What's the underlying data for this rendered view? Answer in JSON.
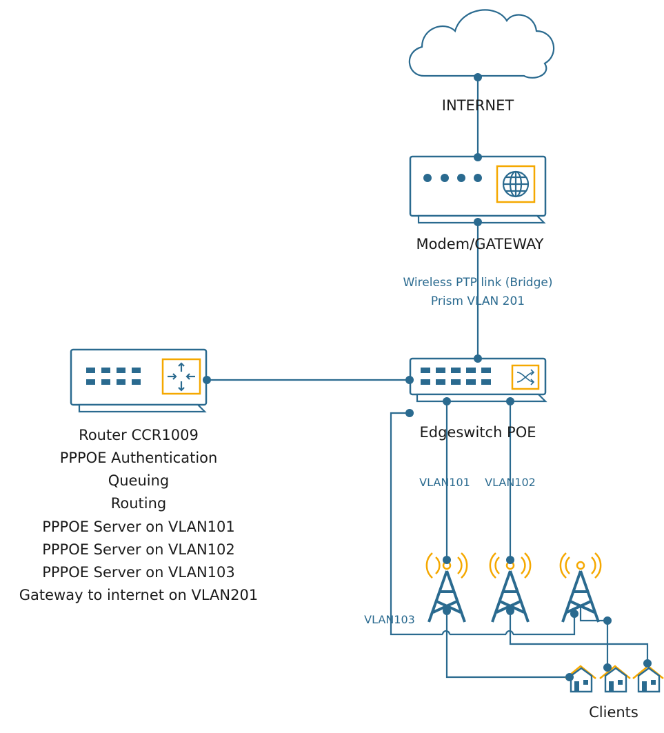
{
  "nodes": {
    "internet": {
      "label": "INTERNET"
    },
    "modem": {
      "label": "Modem/GATEWAY"
    },
    "link": {
      "line1": "Wireless PTP link (Bridge)",
      "line2": "Prism VLAN 201"
    },
    "switch": {
      "label": "Edgeswitch POE"
    },
    "router": {
      "lines": [
        "Router CCR1009",
        "PPPOE Authentication",
        "Queuing",
        "Routing",
        "PPPOE Server on VLAN101",
        "PPPOE Server on VLAN102",
        "PPPOE Server on VLAN103",
        "Gateway to internet on VLAN201"
      ]
    },
    "clients": {
      "label": "Clients"
    }
  },
  "vlans": {
    "v101": "VLAN101",
    "v102": "VLAN102",
    "v103": "VLAN103"
  },
  "colors": {
    "line": "#2a6a8f",
    "accent": "#f5a800"
  }
}
